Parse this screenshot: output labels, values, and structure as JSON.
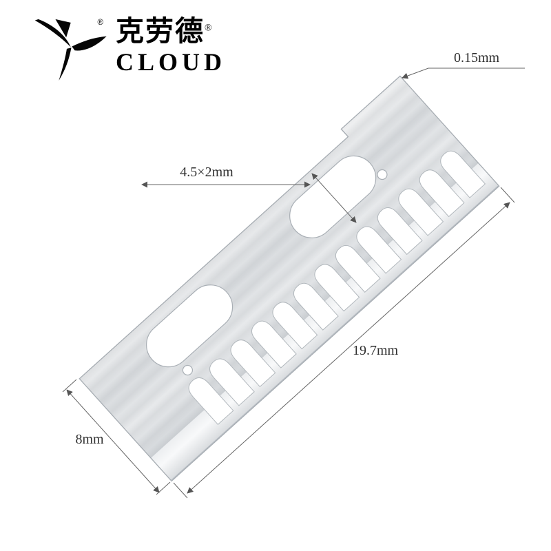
{
  "brand": {
    "name_cn": "克劳德",
    "name_en": "CLOUD",
    "registered": "®"
  },
  "annotations": {
    "thickness": {
      "label": "0.15mm",
      "target": "blade-back-corner-edge"
    },
    "hole_size": {
      "label": "4.5×2mm",
      "target": "oblong-hole"
    },
    "length": {
      "label": "19.7mm",
      "target": "blade-length"
    },
    "width": {
      "label": "8mm",
      "target": "blade-width"
    }
  },
  "icons": {
    "brand_bird": "stylized-swallow-bird-mark"
  },
  "colors": {
    "background": "#ffffff",
    "brand": "#050505",
    "blade_light": "#f0f1f2",
    "blade_mid": "#dadde0",
    "blade_dark": "#ced2d6",
    "bevel_bright": "#f8f9fa",
    "hole_fill": "#ffffff",
    "stroke_metal": "#aab0b6",
    "dimension_line": "#666666",
    "dimension_text": "#2f2f2f"
  }
}
